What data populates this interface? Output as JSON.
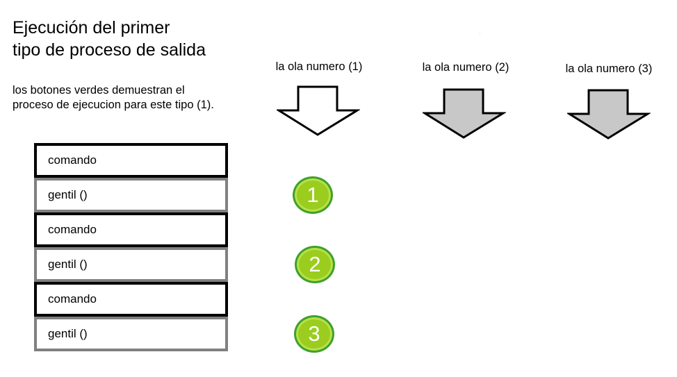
{
  "title": {
    "line1": "Ejecución del primer",
    "line2": "tipo de proceso de salida"
  },
  "description": {
    "line1": "los botones verdes demuestran el",
    "line2": "proceso de ejecucion para este tipo (1)."
  },
  "waves": [
    {
      "label": "la ola numero (1)",
      "fill": "#ffffff"
    },
    {
      "label": "la ola numero (2)",
      "fill": "#c8c8c8"
    },
    {
      "label": "la ola numero (3)",
      "fill": "#c8c8c8"
    }
  ],
  "stack": [
    {
      "label": "comando",
      "kind": "cmd"
    },
    {
      "label": "gentil ()",
      "kind": "gentil"
    },
    {
      "label": "comando",
      "kind": "cmd"
    },
    {
      "label": "gentil ()",
      "kind": "gentil"
    },
    {
      "label": "comando",
      "kind": "cmd"
    },
    {
      "label": "gentil ()",
      "kind": "gentil"
    }
  ],
  "buttons": [
    {
      "label": "1"
    },
    {
      "label": "2"
    },
    {
      "label": "3"
    }
  ],
  "colors": {
    "button_fill": "#9acd1e",
    "button_border": "#3fa12a",
    "command_border": "#000000",
    "gentil_border": "#808080"
  }
}
